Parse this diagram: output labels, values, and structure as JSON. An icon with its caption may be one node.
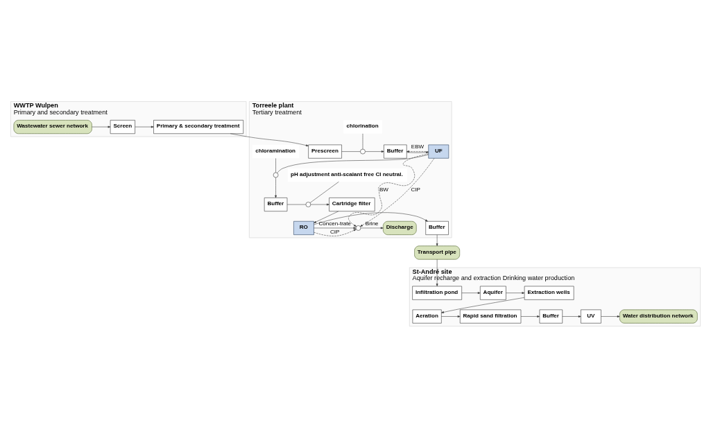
{
  "diagram": {
    "nodes": [
      {
        "text": [
          "WWTP Wulpen",
          "Primary and secondary treatment"
        ]
      },
      {
        "text": [
          "Primary & secondary treatment"
        ],
        "in": 0
      },
      {
        "text": [
          "Screen"
        ],
        "in": 0
      },
      {
        "text": [
          "Wastewater sewer network"
        ],
        "in": 0
      },
      {
        "text": [
          "Torreele plant",
          "Tertiary treatment"
        ]
      },
      {
        "text": [
          "Prescreen"
        ],
        "in": 4
      },
      {
        "text": [
          "chlorination"
        ],
        "in": 4
      },
      {
        "text": [],
        "shape": "circle",
        "in": 4
      },
      {
        "text": [
          "Buffer"
        ],
        "in": 4
      },
      {
        "text": [
          "UF"
        ],
        "in": 4
      },
      {
        "text": [
          "chloramination"
        ],
        "in": 4
      },
      {
        "text": [],
        "shape": "circle",
        "in": 4
      },
      {
        "text": [
          "Buffer"
        ],
        "in": 4
      },
      {
        "text": [
          "pH adjustment anti-scalant free Cl neutral."
        ],
        "in": 4
      },
      {
        "text": [],
        "shape": "circle",
        "in": 4
      },
      {
        "text": [
          "Cartridge filter"
        ],
        "in": 4
      },
      {
        "text": [
          "RO"
        ],
        "in": 4
      },
      {
        "text": [
          "Buffer"
        ],
        "in": 4
      },
      {
        "text": [],
        "shape": "circle",
        "in": 4
      },
      {
        "text": [
          "Discharge"
        ],
        "in": 4
      },
      {
        "text": [
          "St-André site",
          "Aquifer recharge and extraction Drinking water production"
        ]
      },
      {
        "text": [
          "Transport pipe"
        ]
      },
      {
        "text": [
          "Infiltration pond"
        ],
        "in": 20
      },
      {
        "text": [
          "Aquifer"
        ],
        "in": 20
      },
      {
        "text": [
          "Extraction wells"
        ],
        "in": 20
      },
      {
        "text": [
          "Aeration"
        ],
        "in": 20
      },
      {
        "text": [
          "Rapid sand filtration"
        ],
        "in": 20
      },
      {
        "text": [
          "Buffer"
        ],
        "in": 20
      },
      {
        "text": [
          "UV"
        ],
        "in": 20
      },
      {
        "text": [
          "Water distribution network"
        ],
        "in": 20
      }
    ],
    "edges": [
      {
        "from": 3,
        "to": 2,
        "arrow": "to"
      },
      {
        "from": 2,
        "to": 1,
        "arrow": "to"
      },
      {
        "from": 1,
        "to": 5,
        "arrow": "to"
      },
      {
        "from": 5,
        "to": 7,
        "arrow": "none"
      },
      {
        "from": 6,
        "to": 7,
        "arrow": "none"
      },
      {
        "from": 7,
        "to": 8,
        "arrow": "to"
      },
      {
        "from": 8,
        "to": 9,
        "arrow": "to"
      },
      {
        "from": 9,
        "to": 8,
        "arrow": "to",
        "label": "EBW",
        "style": "dashed"
      },
      {
        "from": 9,
        "to": 18,
        "arrow": "to",
        "label": "BW",
        "style": "dashed"
      },
      {
        "from": 9,
        "to": 18,
        "arrow": "to",
        "label": "CIP",
        "style": "dashed"
      },
      {
        "from": 9,
        "to": 11,
        "arrow": "none"
      },
      {
        "from": 10,
        "to": 11,
        "arrow": "none"
      },
      {
        "from": 11,
        "to": 12,
        "arrow": "to"
      },
      {
        "from": 12,
        "to": 14,
        "arrow": "none"
      },
      {
        "from": 13,
        "to": 14,
        "arrow": "none"
      },
      {
        "from": 14,
        "to": 15,
        "arrow": "to"
      },
      {
        "from": 15,
        "to": 16,
        "arrow": "to"
      },
      {
        "from": 16,
        "to": 17,
        "arrow": "to"
      },
      {
        "from": 16,
        "to": 18,
        "arrow": "to",
        "label": "Concen-trate"
      },
      {
        "from": 16,
        "to": 18,
        "arrow": "to",
        "label": "CIP",
        "style": "dashed"
      },
      {
        "from": 18,
        "to": 19,
        "arrow": "to",
        "label": "Brine"
      },
      {
        "from": 17,
        "to": 21,
        "arrow": "to"
      },
      {
        "from": 21,
        "to": 22,
        "arrow": "to"
      },
      {
        "from": 22,
        "to": 23,
        "arrow": "to"
      },
      {
        "from": 23,
        "to": 24,
        "arrow": "to"
      },
      {
        "from": 24,
        "to": 25,
        "arrow": "to"
      },
      {
        "from": 25,
        "to": 26,
        "arrow": "to"
      },
      {
        "from": 26,
        "to": 27,
        "arrow": "to"
      },
      {
        "from": 27,
        "to": 28,
        "arrow": "to"
      },
      {
        "from": 28,
        "to": 29,
        "arrow": "to"
      }
    ]
  }
}
